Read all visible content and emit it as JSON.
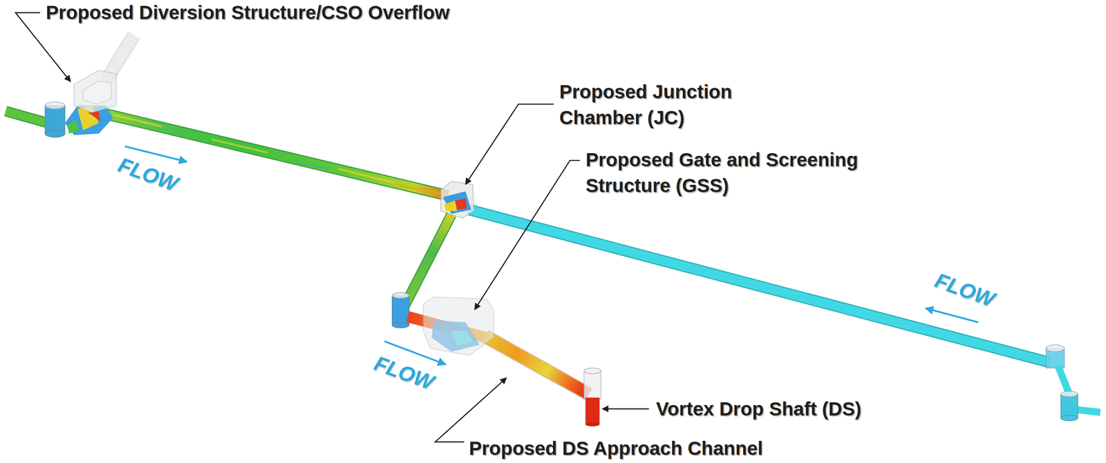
{
  "diagram": {
    "labels": [
      "Proposed Diversion Structure/CSO Overflow",
      "FLOW",
      "Proposed Junction Chamber (JC)",
      "Proposed Gate and Screening Structure (GSS)",
      "FLOW",
      "FLOW",
      "Vortex Drop Shaft (DS)",
      "Proposed DS Approach Channel"
    ]
  }
}
